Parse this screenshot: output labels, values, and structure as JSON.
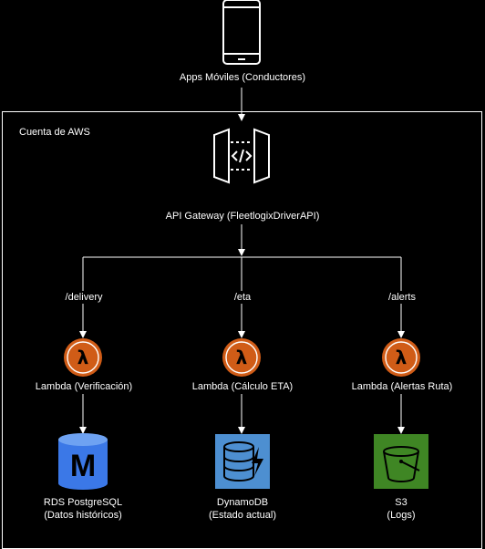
{
  "mobile": {
    "label": "Apps Móviles (Conductores)",
    "icon": "mobile-phone-icon"
  },
  "aws": {
    "title": "Cuenta de AWS"
  },
  "gateway": {
    "label": "API Gateway (FleetlogixDriverAPI)",
    "icon": "api-gateway-icon"
  },
  "routes": [
    {
      "path": "/delivery",
      "lambda": {
        "label": "Lambda (Verificación)",
        "icon": "lambda-icon"
      },
      "store": {
        "line1": "RDS PostgreSQL",
        "line2": "(Datos históricos)",
        "icon": "rds-database-icon"
      }
    },
    {
      "path": "/eta",
      "lambda": {
        "label": "Lambda (Cálculo ETA)",
        "icon": "lambda-icon"
      },
      "store": {
        "line1": "DynamoDB",
        "line2": "(Estado actual)",
        "icon": "dynamodb-icon"
      }
    },
    {
      "path": "/alerts",
      "lambda": {
        "label": "Lambda (Alertas Ruta)",
        "icon": "lambda-icon"
      },
      "store": {
        "line1": "S3",
        "line2": "(Logs)",
        "icon": "s3-bucket-icon"
      }
    }
  ],
  "colors": {
    "background": "#000000",
    "lambda": "#d05c17",
    "rds": "#3b78e7",
    "dynamodb": "#4d8fd1",
    "s3": "#3f8624",
    "line": "#ffffff"
  }
}
